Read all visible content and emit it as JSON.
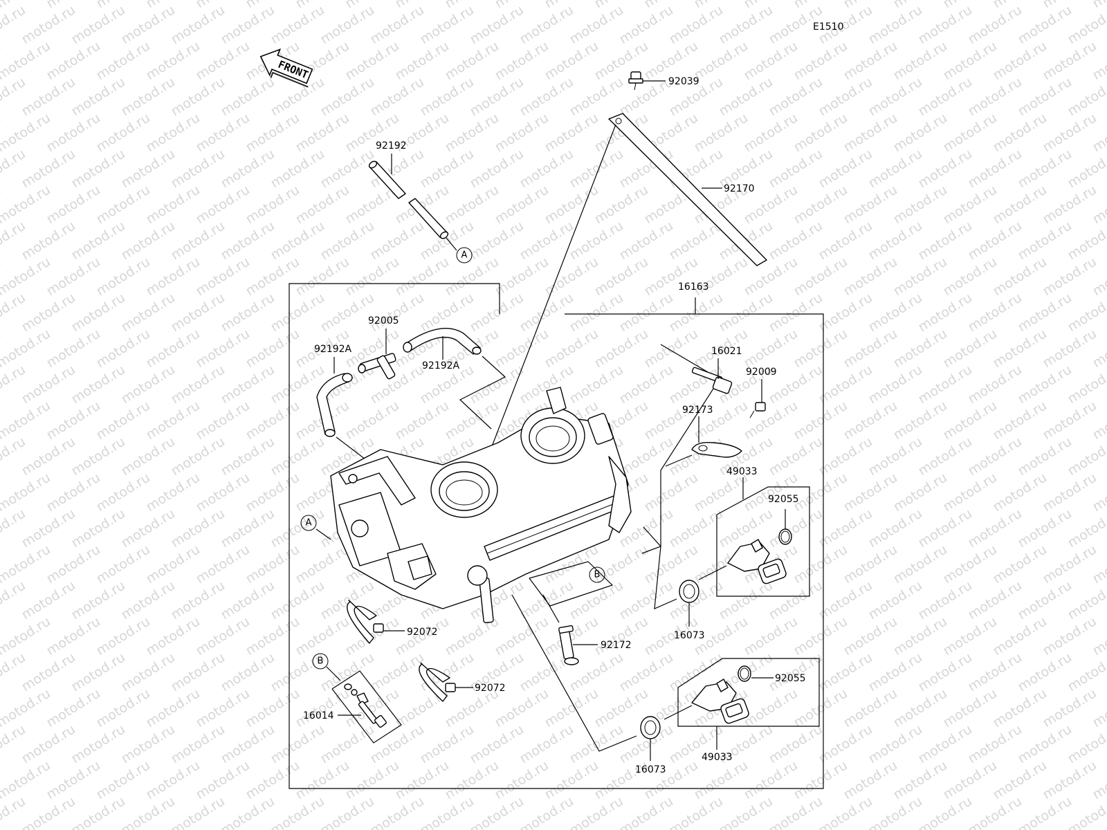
{
  "diagram_code": "E1510",
  "watermark": "motod.ru",
  "front_label": "FRONT",
  "parts": {
    "p92039": "92039",
    "p92170": "92170",
    "p92192": "92192",
    "p16163": "16163",
    "p92005": "92005",
    "p92192A_left": "92192A",
    "p92192A_right": "92192A",
    "p16021": "16021",
    "p92009": "92009",
    "p92173": "92173",
    "p49033_top": "49033",
    "p92055_top": "92055",
    "p16073_top": "16073",
    "p92072_a": "92072",
    "p92072_b": "92072",
    "p92172": "92172",
    "p16014": "16014",
    "p92055_bottom": "92055",
    "p49033_bottom": "49033",
    "p16073_bottom": "16073"
  },
  "callouts": {
    "a_top": "A",
    "a_left": "A",
    "b_mid": "B",
    "b_left": "B"
  }
}
